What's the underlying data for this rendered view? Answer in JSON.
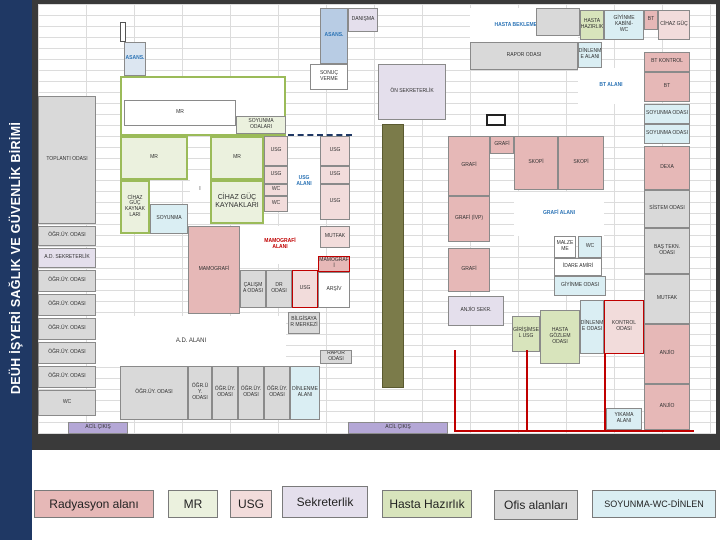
{
  "title": "DEÜH İŞYERİ SAĞLIK VE GÜVENLİK BİRİMİ",
  "colors": {
    "radyasyon": "#e6b8b7",
    "mr": "#ebf1de",
    "usg": "#f2dcdb",
    "sekreterlik": "#e4dfec",
    "hasta_hazirlik": "#d8e4bc",
    "ofis": "#d9d9d9",
    "soyunma": "#daeef3",
    "corridor": "#7b7b4a",
    "wall": "#c00000"
  },
  "rooms": {
    "danisma": "DANIŞMA",
    "sonuc_verme": "SONUÇ\nVERME",
    "asans_top": "ASANS.",
    "hasta_hazirlik_top": "HASTA\nHAZIRLIK",
    "giyinme_kabini": "GİYİNME KABİNİ-\nWC",
    "bt_small": "BT",
    "cihaz_guc_top": "CİHAZ GÜÇ",
    "hasta_bekleme": "HASTA BEKLEME ALANI",
    "rapor_odasi_top": "RAPOR ODASI",
    "dinlenme_top": "DİNLENM\nE ALANI",
    "bt_kontrol": "BT KONTROL",
    "bt_alani": "BT ALANI",
    "bt": "BT",
    "on_sekreterlik": "ÖN SEKRETERLİK",
    "soyunma_1": "SOYUNMA ODASI",
    "soyunma_2": "SOYUNMA ODASI",
    "mr_top": "MR",
    "soyunma_odalari": "SOYUNMA ODALARI",
    "toplanti": "TOPLANTI ODASI",
    "mr_left": "MR",
    "mr_right": "MR",
    "usg_1": "USG",
    "usg_2": "USG",
    "usg_alani": "USG\nALANI",
    "usg_3": "USG",
    "wc_1": "WC",
    "usg_4": "USG",
    "usg_5": "USG",
    "wc_2": "WC",
    "cihaz_guc_k1": "CİHAZ\nGÜÇ\nKAYNAK\nLARI",
    "i_label": "I",
    "cihaz_guc_k2": "CİHAZ GÜÇ\nKAYNAKLARI",
    "soyunma_mr": "SOYUNMA",
    "grafi_1": "GRAFİ",
    "grafi_2": "GRAFİ",
    "skopi_1": "SKOPİ",
    "skopi_2": "SKOPİ",
    "dexa": "DEXA",
    "grafi_ivp": "GRAFİ (İVP)",
    "grafi_alani": "GRAFİ ALANI",
    "sistem_odasi": "SİSTEM ODASI",
    "ogr_1": "ÖĞR.ÜY. ODASI",
    "ad_sekreterlik": "A.D. SEKRETERLİK",
    "ogr_2": "ÖĞR.ÜY. ODASI",
    "ogr_3": "ÖĞR.ÜY. ODASI",
    "ogr_4": "ÖĞR.ÜY. ODASI",
    "ogr_5": "ÖĞR.ÜY. ODASI",
    "ogr_6": "ÖĞR.ÜY. ODASI",
    "wc_left": "WC",
    "mamografi": "MAMOGRAFİ",
    "mamografi_alani": "MAMOGRAFİ\nALANI",
    "mutfak_1": "MUTFAK",
    "mamografi_small": "MAMOGRAF\nİ",
    "calisma_odasi": "ÇALIŞM\nA ODASI",
    "dr_odasi": "DR\nODASI",
    "usg_mamo": "USG",
    "arsiv": "ARŞİV",
    "grafi_3": "GRAFİ",
    "malzeme": "MALZE\nME",
    "wc_3": "WC",
    "idare_amiri": "İDARE AMİRİ",
    "giyinme_odasi": "GİYİNME ODASI",
    "bas_tekn": "BAŞ TEKN. ODASI",
    "mutfak_2": "MUTFAK",
    "ad_alani": "A.D. ALANI",
    "bilgisayar": "BİLGİSAYA\nR MERKEZİ",
    "anjio_sekr": "ANJİO SEKR.",
    "girisimsel_usg": "GİRİŞİMSE\nL USG",
    "hasta_gozlem": "HASTA GÖZLEM\nODASI",
    "dinlenme_mid": "DİNLENM\nE ODASI",
    "kontrol_odasi": "KONTROL\nODASI",
    "anjio_1": "ANJİO",
    "rapor_odasi_2": "RAPOR ODASI",
    "ogr_b1": "ÖĞR.ÜY.  ODASI",
    "ogr_b2": "ÖĞR.Ü\nY.\nODASI",
    "ogr_b3": "ÖĞR.ÜY.\nODASI",
    "ogr_b4": "ÖĞR.ÜY.\nODASI",
    "ogr_b5": "ÖĞR.ÜY.\nODASI",
    "dinlenme_alani_bot": "DİNLENME\nALANI",
    "anjio_2": "ANJİO",
    "yikama_alani": "YIKAMA ALANI",
    "acil_cikis_1": "ACİL ÇIKIŞ",
    "acil_cikis_2": "ACİL ÇIKIŞ"
  },
  "legend": {
    "radyasyon": "Radyasyon alanı",
    "mr": "MR",
    "usg": "USG",
    "sekreterlik": "Sekreterlik",
    "hasta_hazirlik": "Hasta Hazırlık",
    "ofis": "Ofis alanları",
    "soyunma": "SOYUNMA-WC-DİNLEN"
  }
}
